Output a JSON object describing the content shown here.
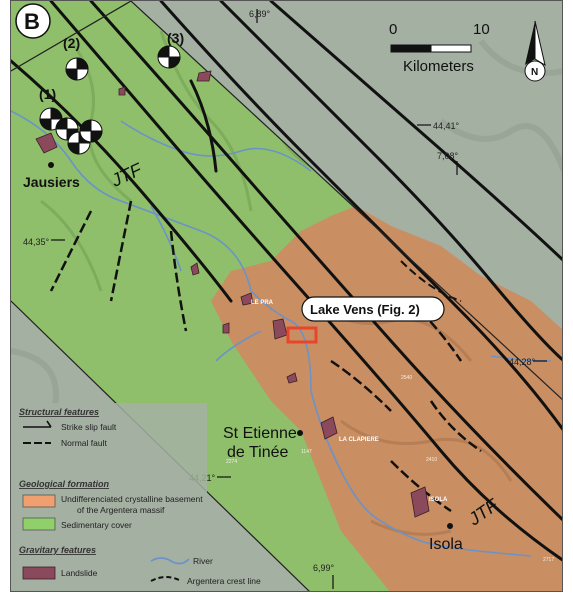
{
  "panel_label": "B",
  "scale_bar": {
    "start": "0",
    "end": "10",
    "unit": "Kilometers"
  },
  "north_arrow_label": "N",
  "coordinates": {
    "top_lon": "6,89°",
    "lat_44_41": "44,41°",
    "lon_7_08": "7,08°",
    "lat_44_35": "44,35°",
    "lat_44_28": "44,28°",
    "lat_44_21": "44,21°",
    "bottom_lon": "6,99°"
  },
  "focal_mechanism_labels": [
    "(1)",
    "(2)",
    "(3)"
  ],
  "place_names": {
    "jausiers": "Jausiers",
    "jtf_north": "JTF",
    "jtf_south": "JTF",
    "le_pra": "LE PRA",
    "la_clapiere": "LA CLAPIERE",
    "st_etienne_line1": "St Etienne",
    "st_etienne_line2": "de Tinée",
    "isola_label": "ISOLA",
    "isola_town": "Isola"
  },
  "elevations": [
    "1147",
    "2274",
    "2717",
    "2410",
    "2540"
  ],
  "callout_label": "Lake Vens (Fig. 2)",
  "legend": {
    "structural_heading": "Structural features",
    "strike_slip": "Strike slip fault",
    "normal_fault": "Normal fault",
    "geological_heading": "Geological formation",
    "basement_line1": "Undifferenciated crystalline basement",
    "basement_line2": "of the Argentera massif",
    "sedimentary": "Sedimentary cover",
    "gravitary_heading": "Gravitary features",
    "landslide": "Landslide",
    "river": "River",
    "crest": "Argentera crest line"
  },
  "colors": {
    "sedimentary_cover": "#8fbf6a",
    "crystalline_basement": "#c98e62",
    "landslide": "#8a4a5c",
    "river": "#6b93c8",
    "callout_box": "#e8452c"
  }
}
